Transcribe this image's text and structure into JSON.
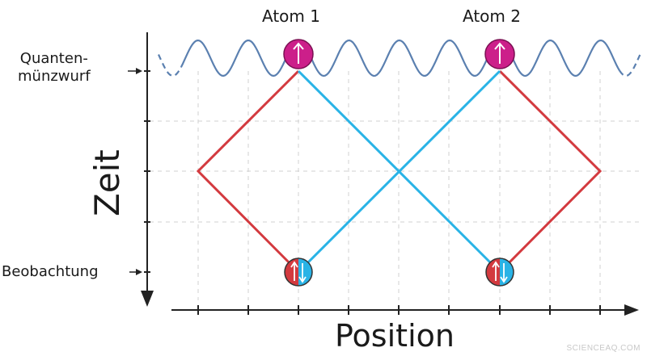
{
  "labels": {
    "atom1": "Atom 1",
    "atom2": "Atom 2",
    "coin_toss_line1": "Quanten-",
    "coin_toss_line2": "münzwurf",
    "observation": "Beobachtung",
    "time_axis": "Zeit",
    "position_axis": "Position",
    "watermark": "SCIENCEAQ.COM"
  },
  "colors": {
    "red_path": "#d33a3f",
    "blue_path": "#29b3e6",
    "wave": "#5b80b0",
    "atom_spin_up": "#cc1f8a",
    "grid": "#d0d0d0",
    "axis": "#222222"
  },
  "icons": {
    "atom_initial": "spin-up-arrow-icon",
    "atom_final": "spin-up-down-arrows-icon"
  }
}
